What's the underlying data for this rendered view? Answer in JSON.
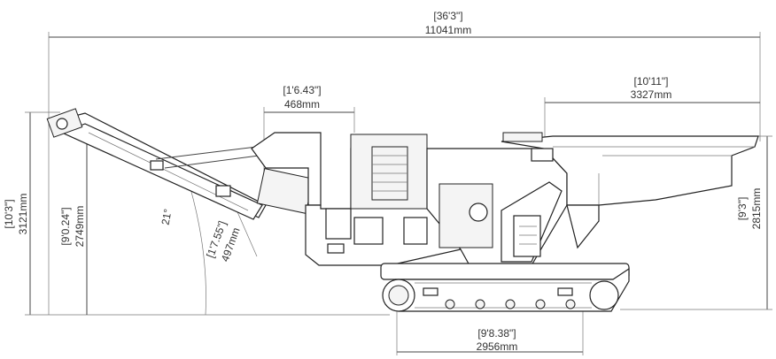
{
  "dimensions": {
    "overall_length": {
      "imperial": "[36'3\"]",
      "metric": "11041mm"
    },
    "hopper_length": {
      "imperial": "[10'11\"]",
      "metric": "3327mm"
    },
    "conveyor_offset": {
      "imperial": "[1'6.43\"]",
      "metric": "468mm"
    },
    "overall_height": {
      "imperial": "[10'3\"]",
      "metric": "3121mm"
    },
    "discharge_height": {
      "imperial": "[9'0.24\"]",
      "metric": "2749mm"
    },
    "conveyor_drop": {
      "imperial": "[1'7.55\"]",
      "metric": "497mm"
    },
    "hopper_height": {
      "imperial": "[9'3\"]",
      "metric": "2815mm"
    },
    "track_length": {
      "imperial": "[9'8.38\"]",
      "metric": "2956mm"
    },
    "conveyor_angle": "21°"
  }
}
